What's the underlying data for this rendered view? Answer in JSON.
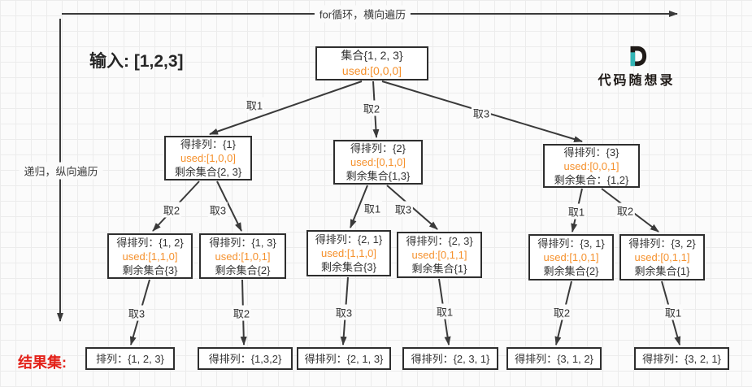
{
  "annotations": {
    "top_arrow_label": "for循环，横向遍历",
    "left_arrow_label": "递归，纵向遍历",
    "input_label": "输入: [1,2,3]",
    "result_set_label": "结果集:"
  },
  "logo": {
    "text": "代码随想录"
  },
  "colors": {
    "line": "#3a3a3a",
    "box_border": "#2e2e2e",
    "used_text": "#f5912d",
    "result_label": "#e32119",
    "logo_teal": "#33b5b5"
  },
  "tree": {
    "root": {
      "line1": "集合{1, 2, 3}",
      "line2": "used:[0,0,0]"
    },
    "level2": [
      {
        "line1": "得排列：{1}",
        "line2": "used:[1,0,0]",
        "line3": "剩余集合{2, 3}"
      },
      {
        "line1": "得排列：{2}",
        "line2": "used:[0,1,0]",
        "line3": "剩余集合{1,3}"
      },
      {
        "line1": "得排列：{3}",
        "line2": "used:[0,0,1]",
        "line3": "剩余集合：{1,2}"
      }
    ],
    "level3": [
      {
        "line1": "得排列：{1, 2}",
        "line2": "used:[1,1,0]",
        "line3": "剩余集合{3}"
      },
      {
        "line1": "得排列：{1, 3}",
        "line2": "used:[1,0,1]",
        "line3": "剩余集合{2}"
      },
      {
        "line1": "得排列：{2, 1}",
        "line2": "used:[1,1,0]",
        "line3": "剩余集合{3}"
      },
      {
        "line1": "得排列：{2, 3}",
        "line2": "used:[0,1,1]",
        "line3": "剩余集合{1}"
      },
      {
        "line1": "得排列：{3, 1}",
        "line2": "used:[1,0,1]",
        "line3": "剩余集合{2}"
      },
      {
        "line1": "得排列：{3, 2}",
        "line2": "used:[0,1,1]",
        "line3": "剩余集合{1}"
      }
    ],
    "leaves": [
      {
        "label": "排列：{1, 2, 3}"
      },
      {
        "label": "得排列：{1,3,2}"
      },
      {
        "label": "得排列：{2, 1, 3}"
      },
      {
        "label": "得排列：{2, 3, 1}"
      },
      {
        "label": "得排列：{3, 1, 2}"
      },
      {
        "label": "得排列：{3, 2, 1}"
      }
    ],
    "edges": {
      "root_to_level2": [
        "取1",
        "取2",
        "取3"
      ],
      "level2_to_level3": [
        "取2",
        "取3",
        "取1",
        "取3",
        "取1",
        "取2"
      ],
      "level3_to_leaves": [
        "取3",
        "取2",
        "取3",
        "取1",
        "取2",
        "取1"
      ]
    }
  }
}
